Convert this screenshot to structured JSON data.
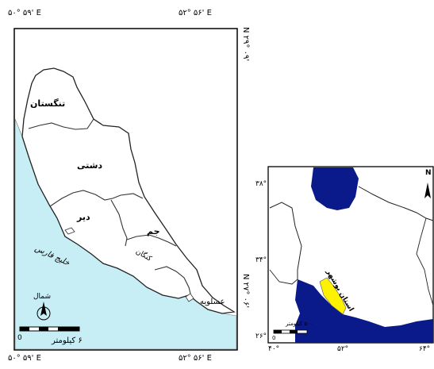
{
  "main_map": {
    "top_coords": {
      "left": "۵۰° ۵۹' E",
      "right": "۵۲° ۵۶' E"
    },
    "bottom_coords": {
      "left": "۵۰° ۵۹' E",
      "right": "۵۲° ۵۶' E"
    },
    "right_coords": {
      "top": "N ۲۹° ۰۹'",
      "bottom": "N ۲۷° ۰۶'"
    },
    "counties": [
      "تنگستان",
      "دشتی",
      "دیر",
      "جم",
      "کنگان",
      "عسلویه"
    ],
    "sea_label": "خلیج فارس",
    "north_label": "شمال",
    "scale_label": "۶ کیلومتر",
    "scale_zero": "0"
  },
  "inset_map": {
    "lat_labels": [
      "۳۸°",
      "۳۴°",
      "۲۶°"
    ],
    "lon_labels": [
      "۴۰°",
      "۵۲°",
      "۶۴°"
    ],
    "province_label": "استان بوشهر",
    "scale_label": "۵۰۰ کیلومتر",
    "scale_zero": "0",
    "north_letter": "N"
  },
  "colors": {
    "sea_main": "#c7edf5",
    "water_inset": "#0a1a8a",
    "province_highlight": "#fff200",
    "land": "#ffffff",
    "border": "#333333"
  }
}
